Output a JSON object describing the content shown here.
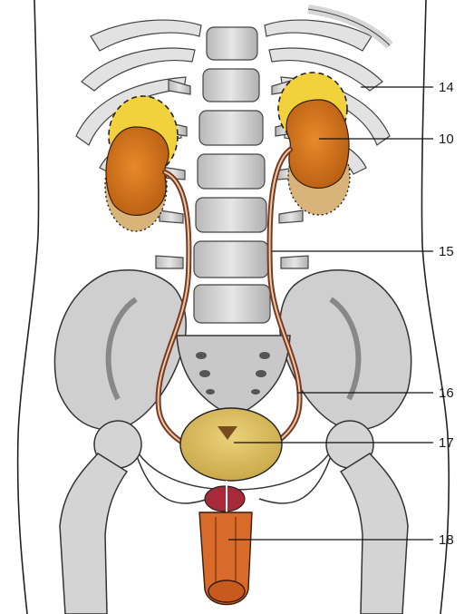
{
  "labels": {
    "l14": "14",
    "l10": "10",
    "l15": "15",
    "l16": "16",
    "l17": "17",
    "l18": "18"
  },
  "colors": {
    "bone": "#d8d8d8",
    "bone_shadow": "#9a9a9a",
    "kidney": "#d9781c",
    "kidney_shadow_upper": "#f2d23c",
    "kidney_shadow_lower": "#d8b47a",
    "ureter": "#7a3a22",
    "bladder": "#e0c35a",
    "prostate": "#a82a3a",
    "penis": "#d86a2a",
    "outline": "#222222"
  }
}
